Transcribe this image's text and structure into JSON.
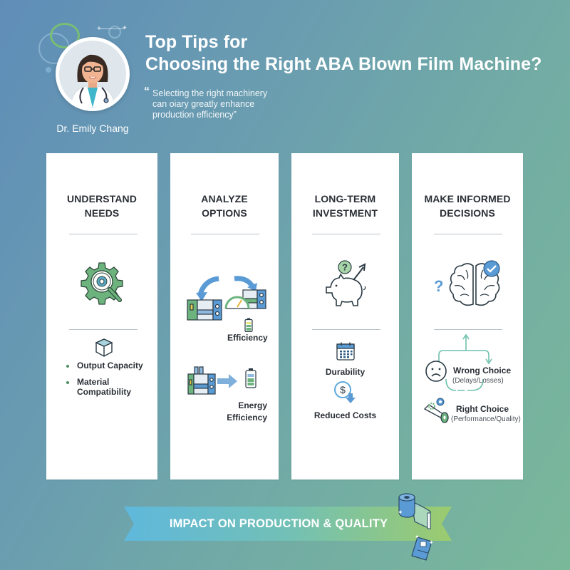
{
  "header": {
    "title_line1": "Top Tips for",
    "title_line2": "Choosing the Right ABA Blown Film Machine?",
    "quote_mark": "“",
    "quote_line1": "Selecting the right machinery",
    "quote_line2": "can oiary greatly enhance",
    "quote_line3": "production efficiency”",
    "author_name": "Dr. Emily Chang",
    "avatar_icon": "doctor-avatar-icon"
  },
  "colors": {
    "background_start": "#5f8db8",
    "background_end": "#7ab89a",
    "card_bg": "#ffffff",
    "heading_text": "#2b2f36",
    "icon_green": "#6db37e",
    "icon_blue": "#5b9bd5",
    "banner_start": "#5fb8dc",
    "banner_end": "#9ccb6e"
  },
  "cards": [
    {
      "title_line1": "UNDERSTAND",
      "title_line2": "NEEDS",
      "main_icon": "gear-magnifier-icon",
      "sub_icon": "box-icon",
      "bullets": [
        "Output Capacity",
        "Material",
        "Compatibility"
      ]
    },
    {
      "title_line1": "ANALYZE",
      "title_line2": "OPTIONS",
      "main_icon": "machines-compare-icon",
      "items": [
        {
          "icon": "battery-icon",
          "label": "Efficiency"
        },
        {
          "icon": "machine-arrow-battery-icon",
          "label_line1": "Energy",
          "label_line2": "Efficiency"
        }
      ]
    },
    {
      "title_line1": "LONG-TERM",
      "title_line2": "INVESTMENT",
      "main_icon": "piggy-bank-icon",
      "items": [
        {
          "icon": "calendar-icon",
          "label": "Durability"
        },
        {
          "icon": "dollar-down-icon",
          "label": "Reduced Costs"
        }
      ]
    },
    {
      "title_line1": "MAKE INFORMED",
      "title_line2": "DECISIONS",
      "main_icon": "brain-check-icon",
      "question_mark": "?",
      "items": [
        {
          "icon": "sad-face-icon",
          "label": "Wrong Choice",
          "sublabel": "(Delays/Losses)"
        },
        {
          "icon": "film-roll-gears-icon",
          "label": "Right Choice",
          "sublabel": "(Performance/Quality)"
        }
      ]
    }
  ],
  "banner": {
    "text": "IMPACT ON PRODUCTION & QUALITY",
    "icon": "film-roll-icon"
  }
}
